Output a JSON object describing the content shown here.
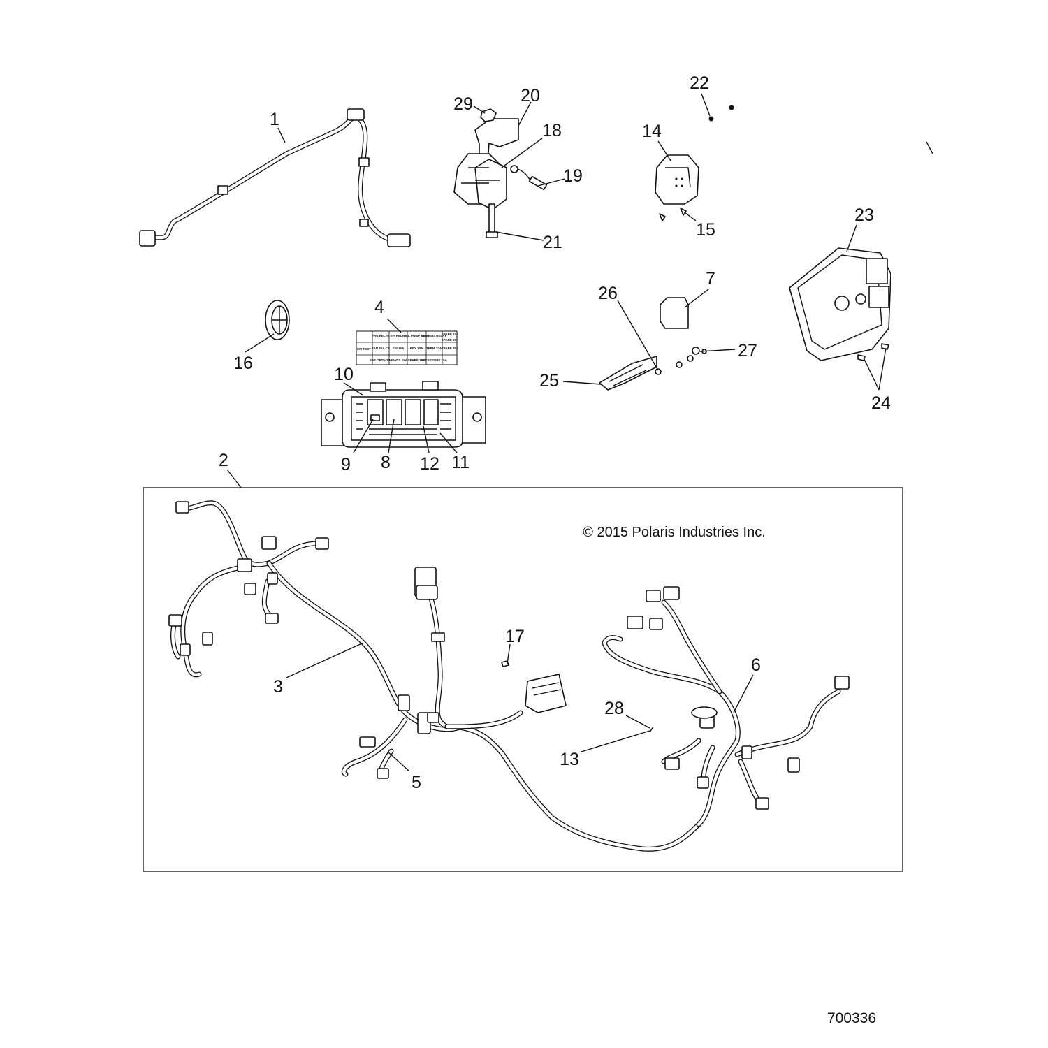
{
  "copyright": "© 2015 Polaris Industries Inc.",
  "drawing_number": "700336",
  "callouts": [
    {
      "id": "c1",
      "text": "1"
    },
    {
      "id": "c2",
      "text": "2"
    },
    {
      "id": "c3",
      "text": "3"
    },
    {
      "id": "c4",
      "text": "4"
    },
    {
      "id": "c5",
      "text": "5"
    },
    {
      "id": "c6",
      "text": "6"
    },
    {
      "id": "c7",
      "text": "7"
    },
    {
      "id": "c8",
      "text": "8"
    },
    {
      "id": "c9",
      "text": "9"
    },
    {
      "id": "c10",
      "text": "10"
    },
    {
      "id": "c11",
      "text": "11"
    },
    {
      "id": "c12",
      "text": "12"
    },
    {
      "id": "c13",
      "text": "13"
    },
    {
      "id": "c14",
      "text": "14"
    },
    {
      "id": "c15",
      "text": "15"
    },
    {
      "id": "c16",
      "text": "16"
    },
    {
      "id": "c17",
      "text": "17"
    },
    {
      "id": "c18",
      "text": "18"
    },
    {
      "id": "c19",
      "text": "19"
    },
    {
      "id": "c20",
      "text": "20"
    },
    {
      "id": "c21",
      "text": "21"
    },
    {
      "id": "c22",
      "text": "22"
    },
    {
      "id": "c23",
      "text": "23"
    },
    {
      "id": "c24",
      "text": "24"
    },
    {
      "id": "c25",
      "text": "25"
    },
    {
      "id": "c26",
      "text": "26"
    },
    {
      "id": "c27",
      "text": "27"
    },
    {
      "id": "c28",
      "text": "28"
    },
    {
      "id": "c29",
      "text": "29"
    }
  ],
  "fuse_label": {
    "row1": [
      "FAN RELAY",
      "EFI RELAY",
      "FUEL PUMP RELAY",
      "CHASSIS RELAY",
      "SPARE 10A"
    ],
    "row1b": [
      "",
      "",
      "",
      "",
      "SPARE 20A"
    ],
    "row2_first": "EFI TEST",
    "row2": [
      "FAN 30A CB",
      "EFI 15A",
      "KEY 10A",
      "TERM 10A",
      "SPARE 30A"
    ],
    "row3": [
      "EPS OPTN 20A",
      "LIGHTS 15A",
      "SPARE 15A",
      "ACCESSORY 15A",
      ""
    ]
  }
}
